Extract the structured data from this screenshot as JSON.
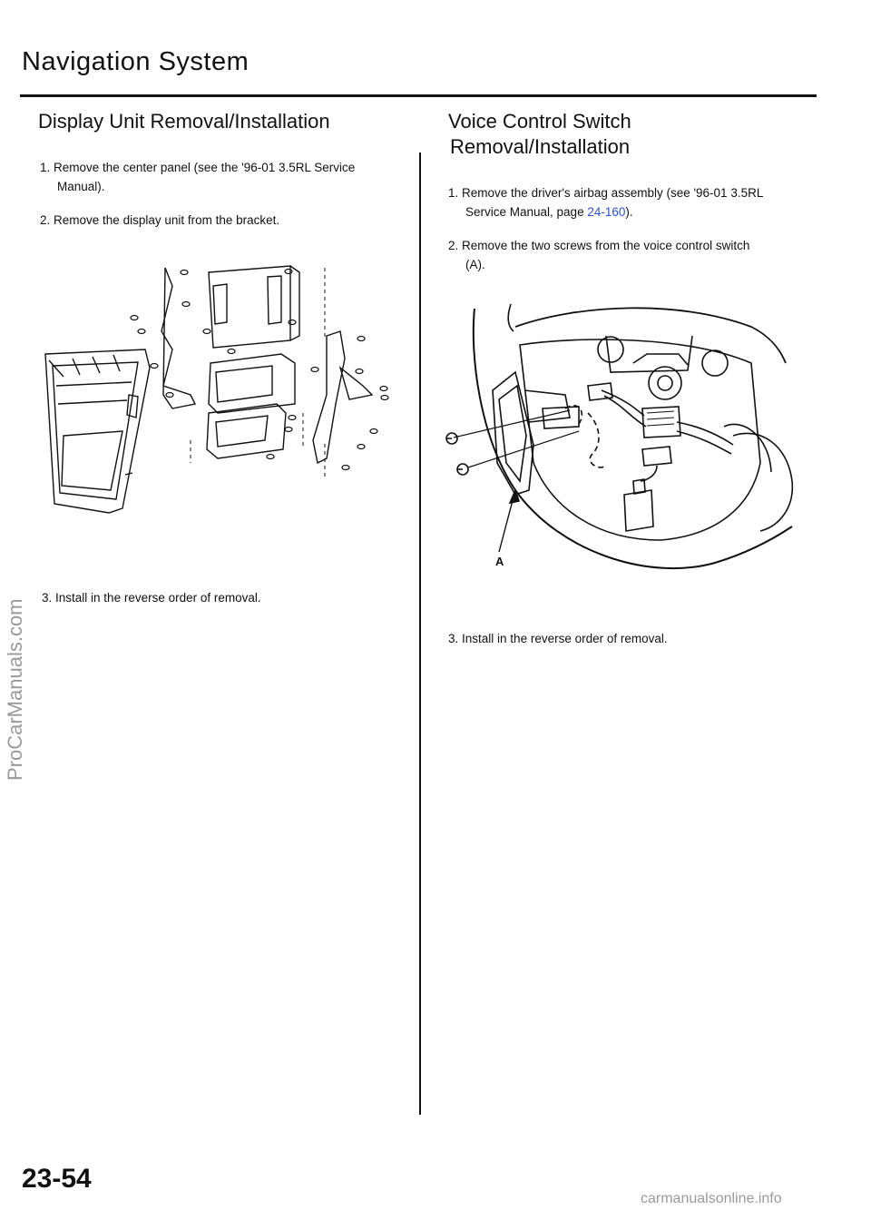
{
  "page": {
    "title": "Navigation System",
    "page_number": "23-54",
    "side_watermark": "ProCarManuals.com",
    "footer_watermark": "carmanualsonline.info"
  },
  "left": {
    "heading": "Display Unit Removal/Installation",
    "steps": [
      {
        "num": "1.",
        "text": "Remove the center panel (see the '96-01 3.5RL Service",
        "cont": "Manual)."
      },
      {
        "num": "2.",
        "text": "Remove the display unit from the bracket."
      },
      {
        "num": "3.",
        "text": "Install in the reverse order of removal."
      }
    ]
  },
  "right": {
    "heading_line1": "Voice Control Switch",
    "heading_line2": "Removal/Installation",
    "steps": [
      {
        "num": "1.",
        "text": "Remove the driver's airbag assembly (see '96-01 3.5RL",
        "cont_pre": "Service Manual, page ",
        "link": "24-160",
        "cont_post": ")."
      },
      {
        "num": "2.",
        "text": "Remove the two screws from the voice control switch",
        "cont": "(A)."
      },
      {
        "num": "3.",
        "text": "Install in the reverse order of removal."
      }
    ],
    "figure_label": "A"
  },
  "colors": {
    "link": "#2b4fd6",
    "watermark": "#9a9a9a",
    "ink": "#111111"
  }
}
